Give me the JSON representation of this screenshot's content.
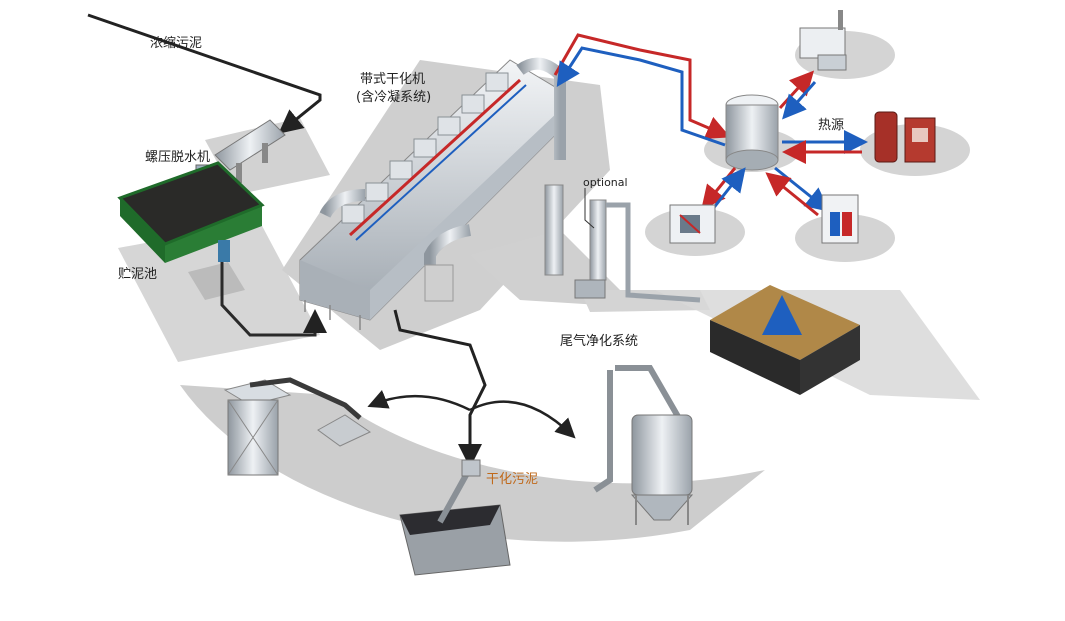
{
  "labels": {
    "thickened_sludge": "浓缩污泥",
    "screw_press": "螺压脱水机",
    "storage_tank": "贮泥池",
    "belt_dryer_line1": "带式干化机",
    "belt_dryer_line2": "(含冷凝系统)",
    "optional": "optional",
    "heat_source": "热源",
    "exhaust_gas_treatment": "尾气净化系统",
    "dried_sludge": "干化污泥"
  },
  "colors": {
    "hot_pipe": "#c62828",
    "cold_pipe": "#1e5fbf",
    "sludge_line": "#222222",
    "platform": "#c9c9c9",
    "container_green": "#1f6b2a",
    "biofilter_dark": "#2a2a2a",
    "biofilter_fill": "#b08848",
    "dried_sludge_text": "#c0691a"
  },
  "icons": [
    "tank-icon",
    "dryer-icon",
    "screw-press-icon",
    "boiler-icon",
    "chp-unit-icon",
    "heat-pump-icon",
    "heat-exchanger-icon",
    "silo-icon",
    "skip-container-icon",
    "conveyor-icon",
    "biofilter-icon",
    "scrubber-icon"
  ]
}
